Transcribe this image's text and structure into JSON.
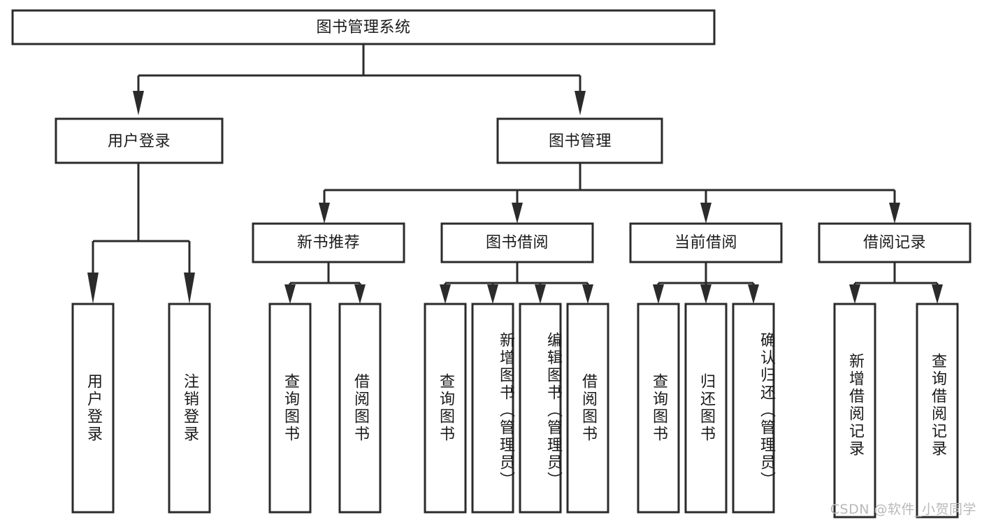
{
  "diagram": {
    "type": "tree",
    "title": "图书管理系统",
    "root": {
      "id": "root",
      "label": "图书管理系统"
    },
    "level1": [
      {
        "id": "user-login",
        "label": "用户登录"
      },
      {
        "id": "book-manage",
        "label": "图书管理"
      }
    ],
    "level2": [
      {
        "id": "new-book-rec",
        "label": "新书推荐",
        "parent": "book-manage"
      },
      {
        "id": "book-borrow",
        "label": "图书借阅",
        "parent": "book-manage"
      },
      {
        "id": "current-borrow",
        "label": "当前借阅",
        "parent": "book-manage"
      },
      {
        "id": "borrow-record",
        "label": "借阅记录",
        "parent": "book-manage"
      }
    ],
    "leaves": {
      "user-login": [
        {
          "id": "leaf-user-login",
          "label": "用户登录"
        },
        {
          "id": "leaf-logout",
          "label": "注销登录"
        }
      ],
      "new-book-rec": [
        {
          "id": "leaf-query-book-1",
          "label": "查询图书"
        },
        {
          "id": "leaf-borrow-book-1",
          "label": "借阅图书"
        }
      ],
      "book-borrow": [
        {
          "id": "leaf-query-book-2",
          "label": "查询图书"
        },
        {
          "id": "leaf-add-book",
          "label": "新增图书（管理员）"
        },
        {
          "id": "leaf-edit-book",
          "label": "编辑图书（管理员）"
        },
        {
          "id": "leaf-borrow-book-2",
          "label": "借阅图书"
        }
      ],
      "current-borrow": [
        {
          "id": "leaf-query-book-3",
          "label": "查询图书"
        },
        {
          "id": "leaf-return-book",
          "label": "归还图书"
        },
        {
          "id": "leaf-confirm-return",
          "label": "确认归还（管理员）"
        }
      ],
      "borrow-record": [
        {
          "id": "leaf-add-record",
          "label": "新增借阅记录"
        },
        {
          "id": "leaf-query-record",
          "label": "查询借阅记录"
        }
      ]
    }
  },
  "watermark": {
    "text": "CSDN @软件_小贺同学"
  },
  "colors": {
    "stroke": "#2b2b2b",
    "fill": "#ffffff",
    "text": "#1a1a1a",
    "watermark": "#b9b9b9"
  }
}
